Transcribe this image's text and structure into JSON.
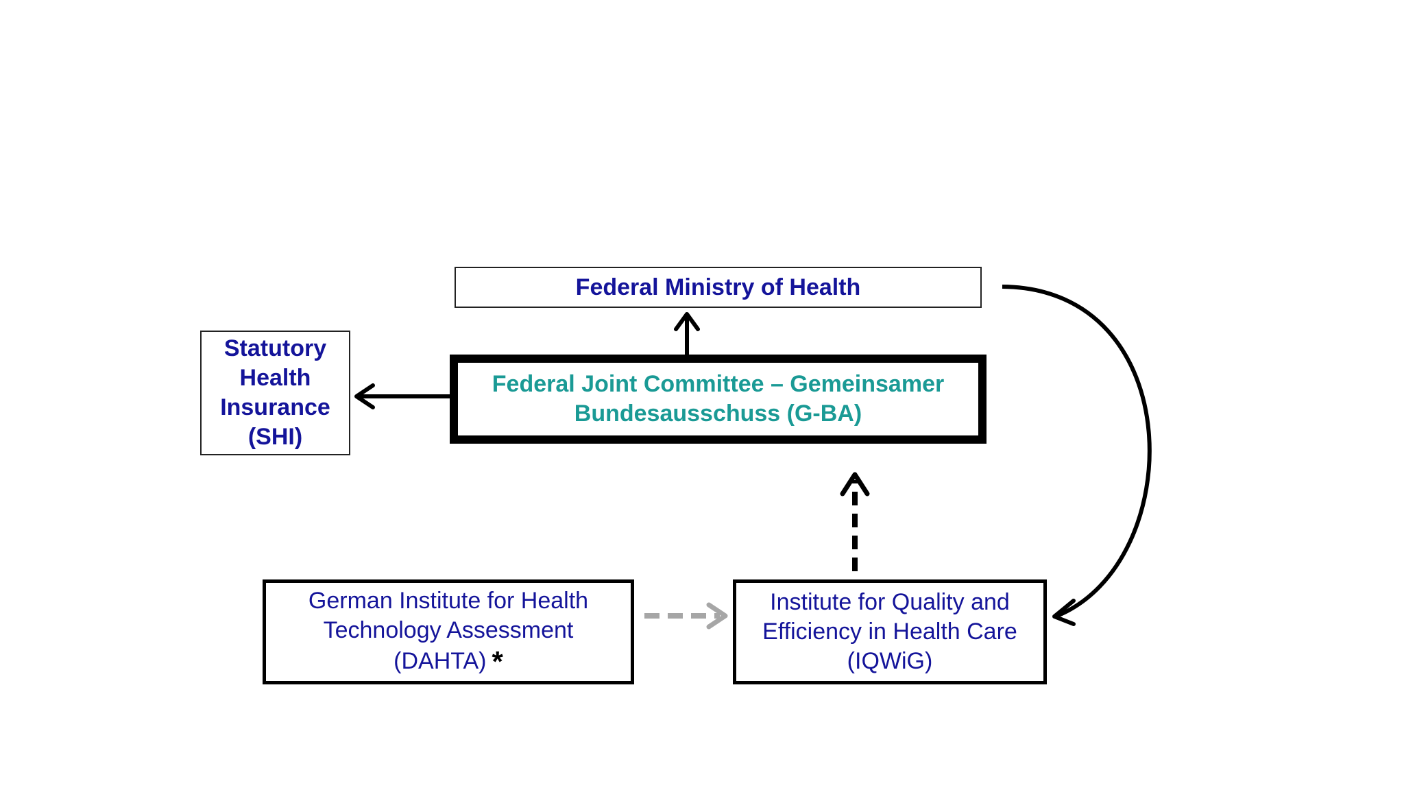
{
  "nodes": {
    "federal_ministry": "Federal Ministry of Health",
    "shi": "Statutory\nHealth\nInsurance\n(SHI)",
    "gba": "Federal Joint Committee – Gemeinsamer\nBundesausschuss (G-BA)",
    "dahta": "German Institute for Health\nTechnology Assessment\n(DAHTA)",
    "dahta_mark": "*",
    "iqwig": "Institute for Quality and\nEfficiency in Health Care\n(IQWiG)"
  },
  "colors": {
    "dark_blue_text": "#14149a",
    "teal_text": "#1a9a95",
    "black": "#000000",
    "gray_dashed": "#a6a6a6"
  }
}
